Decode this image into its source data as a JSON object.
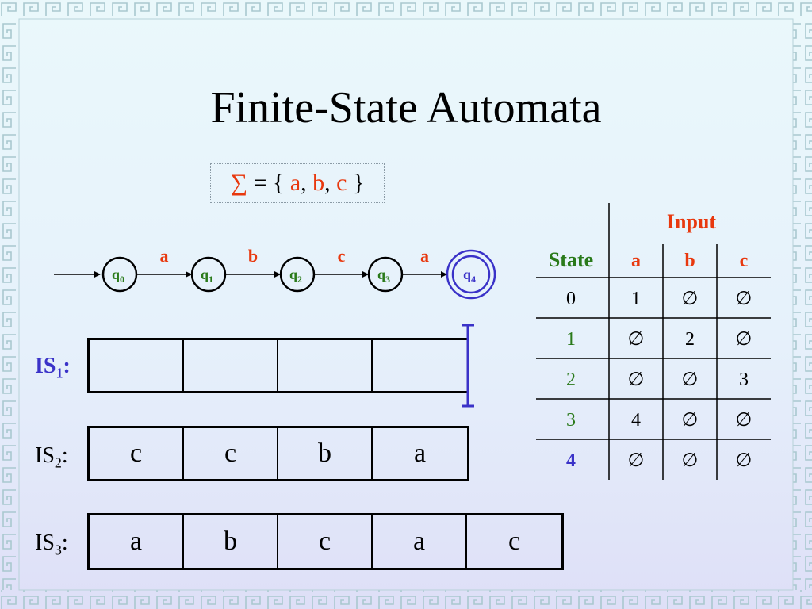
{
  "slide": {
    "title": "Finite-State Automata"
  },
  "alphabet": {
    "sigma": "∑",
    "equals_open": " = { ",
    "symbols": [
      "a",
      "b",
      "c"
    ],
    "comma": ", ",
    "close": " }"
  },
  "automaton": {
    "states": [
      {
        "base": "q",
        "sub": "0",
        "final": false
      },
      {
        "base": "q",
        "sub": "1",
        "final": false
      },
      {
        "base": "q",
        "sub": "2",
        "final": false
      },
      {
        "base": "q",
        "sub": "3",
        "final": false
      },
      {
        "base": "q",
        "sub": "4",
        "final": true
      }
    ],
    "transitions": [
      "a",
      "b",
      "c",
      "a"
    ]
  },
  "input_strings": [
    {
      "base": "IS",
      "sub": "1",
      "suffix": ":",
      "active": true,
      "cells": [
        "",
        "",
        "",
        ""
      ]
    },
    {
      "base": "IS",
      "sub": "2",
      "suffix": ":",
      "active": false,
      "cells": [
        "c",
        "c",
        "b",
        "a"
      ]
    },
    {
      "base": "IS",
      "sub": "3",
      "suffix": ":",
      "active": false,
      "cells": [
        "a",
        "b",
        "c",
        "a",
        "c"
      ]
    }
  ],
  "transition_table": {
    "input_header": "Input",
    "state_header": "State",
    "symbols": [
      "a",
      "b",
      "c"
    ],
    "rows": [
      {
        "state": "0",
        "values": [
          "1",
          "∅",
          "∅"
        ]
      },
      {
        "state": "1",
        "values": [
          "∅",
          "2",
          "∅"
        ]
      },
      {
        "state": "2",
        "values": [
          "∅",
          "∅",
          "3"
        ]
      },
      {
        "state": "3",
        "values": [
          "4",
          "∅",
          "∅"
        ]
      },
      {
        "state": "4",
        "values": [
          "∅",
          "∅",
          "∅"
        ]
      }
    ]
  },
  "colors": {
    "title": "#000000",
    "symbol_red": "#e8380e",
    "state_green": "#2a7a1a",
    "final_blue": "#3a32c8",
    "border_pattern": "#a9c8cf"
  }
}
